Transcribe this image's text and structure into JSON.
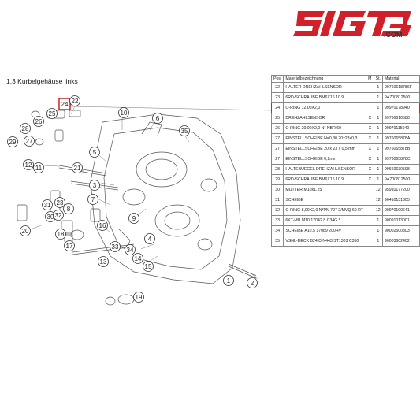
{
  "brand": {
    "logo_text": "SIGT3",
    "domain_text": ".COM",
    "color": "#d0202a"
  },
  "section": {
    "title": "1.3  Kurbelgehäuse links"
  },
  "table": {
    "headers": {
      "pos": "Pos.",
      "desc": "Materialbezeichnung",
      "m": "M",
      "st": "St.",
      "mat": "Material"
    },
    "rows": [
      {
        "pos": "22",
        "desc": "HALTER DREHZAHLSENSOR",
        "m": "",
        "st": "1",
        "mat": "99760618786F",
        "selected": false
      },
      {
        "pos": "23",
        "desc": "6RD-SCHRAUBE BM6X16 10.9",
        "m": "",
        "st": "1",
        "mat": "9A700812500",
        "selected": false
      },
      {
        "pos": "24",
        "desc": "O-RING 12,00X2,0",
        "m": "",
        "st": "1",
        "mat": "99970178940",
        "selected": true
      },
      {
        "pos": "25",
        "desc": "DREHZAHLSENSOR",
        "m": "X",
        "st": "1",
        "mat": "99760610588",
        "selected": false
      },
      {
        "pos": "26",
        "desc": "O-RING 20,00X2,0 N* NBR 60",
        "m": "X",
        "st": "1",
        "mat": "99970115040",
        "selected": false
      },
      {
        "pos": "27",
        "desc": "EINSTELLSCHEIBE H=0,30 20x23x0,3",
        "m": "X",
        "st": "1",
        "mat": "9976065878A",
        "selected": false
      },
      {
        "pos": "27",
        "desc": "EINSTELLSCHEIBE 20 x 23 x 0,5 mm",
        "m": "X",
        "st": "1",
        "mat": "9976065878B",
        "selected": false
      },
      {
        "pos": "27",
        "desc": "EINSTELLSCHEIBE 0,2mm",
        "m": "X",
        "st": "1",
        "mat": "9976065878C",
        "selected": false
      },
      {
        "pos": "28",
        "desc": "HALTEBUEGEL DREHZAHLSENSOR",
        "m": "X",
        "st": "1",
        "mat": "99660630598",
        "selected": false
      },
      {
        "pos": "29",
        "desc": "6RD-SCHRAUBE BM6X16 10.9",
        "m": "X",
        "st": "1",
        "mat": "9A700812500",
        "selected": false
      },
      {
        "pos": "30",
        "desc": "MUTTER M10x1.25",
        "m": "",
        "st": "12",
        "mat": "95910177200",
        "selected": false
      },
      {
        "pos": "31",
        "desc": "SCHEIBE",
        "m": "",
        "st": "12",
        "mat": "96410131305",
        "selected": false
      },
      {
        "pos": "32",
        "desc": "O-RING 8,00X2,0 N*PN 707 2/MVQ 60 RT",
        "m": "",
        "st": "12",
        "mat": "99970100641",
        "selected": false
      },
      {
        "pos": "33",
        "desc": "6KT-MU M10 17042 8 C34G *",
        "m": "",
        "st": "1",
        "mat": "90091013001",
        "selected": false
      },
      {
        "pos": "34",
        "desc": "SCHEIBE A10,5 17089 200HV",
        "m": "",
        "st": "1",
        "mat": "90002500803",
        "selected": false
      },
      {
        "pos": "35",
        "desc": "VSHL-DECK B24 DIN443 ST1303 C350",
        "m": "",
        "st": "1",
        "mat": "90003602402",
        "selected": false
      }
    ]
  },
  "callouts": [
    {
      "label": "24",
      "style": "box-red"
    },
    {
      "label": "22",
      "style": "circle"
    },
    {
      "label": "25",
      "style": "circle"
    },
    {
      "label": "26",
      "style": "circle"
    },
    {
      "label": "28",
      "style": "circle"
    },
    {
      "label": "29",
      "style": "circle"
    },
    {
      "label": "27",
      "style": "circle"
    },
    {
      "label": "10",
      "style": "circle"
    },
    {
      "label": "6",
      "style": "circle"
    },
    {
      "label": "35",
      "style": "circle"
    },
    {
      "label": "5",
      "style": "circle"
    },
    {
      "label": "12",
      "style": "circle"
    },
    {
      "label": "11",
      "style": "circle"
    },
    {
      "label": "21",
      "style": "circle"
    },
    {
      "label": "3",
      "style": "circle"
    },
    {
      "label": "7",
      "style": "circle"
    },
    {
      "label": "23",
      "style": "circle"
    },
    {
      "label": "31",
      "style": "circle"
    },
    {
      "label": "30",
      "style": "circle"
    },
    {
      "label": "32",
      "style": "circle"
    },
    {
      "label": "8",
      "style": "circle"
    },
    {
      "label": "20",
      "style": "circle"
    },
    {
      "label": "9",
      "style": "circle"
    },
    {
      "label": "16",
      "style": "circle"
    },
    {
      "label": "4",
      "style": "circle"
    },
    {
      "label": "18",
      "style": "circle"
    },
    {
      "label": "17",
      "style": "circle"
    },
    {
      "label": "33",
      "style": "circle"
    },
    {
      "label": "34",
      "style": "circle"
    },
    {
      "label": "14",
      "style": "circle"
    },
    {
      "label": "13",
      "style": "circle"
    },
    {
      "label": "15",
      "style": "circle"
    },
    {
      "label": "19",
      "style": "circle"
    },
    {
      "label": "2",
      "style": "circle"
    },
    {
      "label": "1",
      "style": "circle"
    }
  ]
}
